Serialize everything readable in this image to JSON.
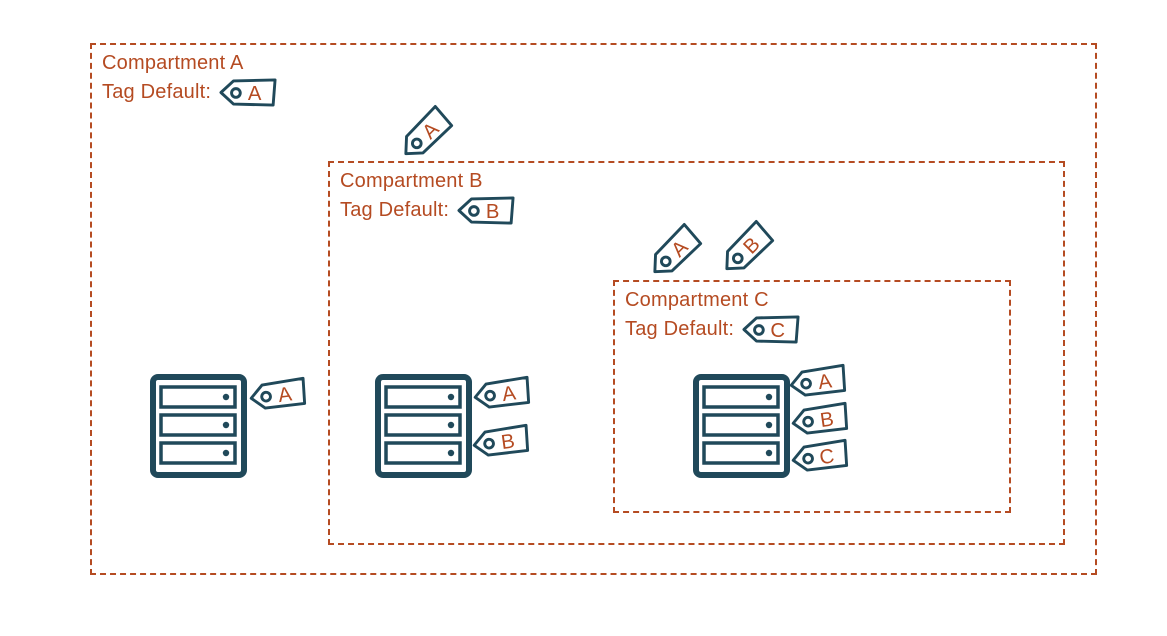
{
  "colors": {
    "compartment_border_and_text": "#b54b22",
    "icon_outline": "#20495a",
    "background": "#ffffff"
  },
  "compartments": [
    {
      "title": "Compartment A",
      "tag_default_label": "Tag Default:",
      "default_tag_letter": "A"
    },
    {
      "title": "Compartment B",
      "tag_default_label": "Tag Default:",
      "default_tag_letter": "B"
    },
    {
      "title": "Compartment C",
      "tag_default_label": "Tag Default:",
      "default_tag_letter": "C"
    }
  ],
  "floating_tags": [
    {
      "on_border_of": "Compartment B",
      "letter": "A"
    },
    {
      "on_border_of": "Compartment C",
      "letter": "A"
    },
    {
      "on_border_of": "Compartment C",
      "letter": "B"
    }
  ],
  "servers": [
    {
      "in_compartment": "Compartment A",
      "tag_letters": [
        "A"
      ]
    },
    {
      "in_compartment": "Compartment B",
      "tag_letters": [
        "A",
        "B"
      ]
    },
    {
      "in_compartment": "Compartment C",
      "tag_letters": [
        "A",
        "B",
        "C"
      ]
    }
  ]
}
